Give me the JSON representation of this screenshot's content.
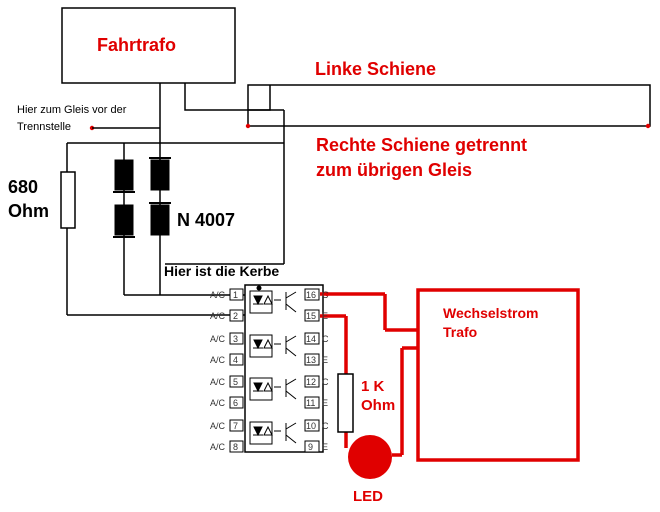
{
  "labels": {
    "fahrtrafo": "Fahrtrafo",
    "linke_schiene": "Linke Schiene",
    "rechte_schiene_1": "Rechte Schiene getrennt",
    "rechte_schiene_2": "zum übrigen Gleis",
    "gleis_hint_1": "Hier zum Gleis vor der",
    "gleis_hint_2": "Trennstelle",
    "resistor_680_1": "680",
    "resistor_680_2": "Ohm",
    "diode": "N 4007",
    "kerbe": "Hier ist die Kerbe",
    "wechselstrom_1": "Wechselstrom",
    "wechselstrom_2": "Trafo",
    "resistor_1k_1": "1 K",
    "resistor_1k_2": "Ohm",
    "led": "LED"
  },
  "ic": {
    "left_pins": [
      {
        "num": "1",
        "label": "A/C"
      },
      {
        "num": "2",
        "label": "A/C"
      },
      {
        "num": "3",
        "label": "A/C"
      },
      {
        "num": "4",
        "label": "A/C"
      },
      {
        "num": "5",
        "label": "A/C"
      },
      {
        "num": "6",
        "label": "A/C"
      },
      {
        "num": "7",
        "label": "A/C"
      },
      {
        "num": "8",
        "label": "A/C"
      }
    ],
    "right_pins": [
      {
        "num": "16",
        "label": "C"
      },
      {
        "num": "15",
        "label": "E"
      },
      {
        "num": "14",
        "label": "C"
      },
      {
        "num": "13",
        "label": "E"
      },
      {
        "num": "12",
        "label": "C"
      },
      {
        "num": "11",
        "label": "E"
      },
      {
        "num": "10",
        "label": "C"
      },
      {
        "num": "9",
        "label": "E"
      }
    ]
  },
  "colors": {
    "wire_black": "#000000",
    "wire_red": "#e00000",
    "led_fill": "#e00000"
  }
}
